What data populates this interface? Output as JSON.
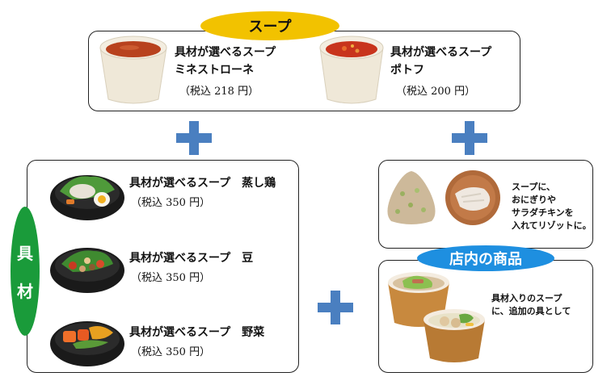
{
  "soup_section": {
    "label": "スープ",
    "items": [
      {
        "name_line1": "具材が選べるスープ",
        "name_line2": "ミネストローネ",
        "price": "（税込 218 円）"
      },
      {
        "name_line1": "具材が選べるスープ",
        "name_line2": "ポトフ",
        "price": "（税込 200 円）"
      }
    ]
  },
  "ingredients_section": {
    "label_top": "具",
    "label_bottom": "材",
    "items": [
      {
        "name": "具材が選べるスープ　蒸し鶏",
        "price": "（税込 350 円）"
      },
      {
        "name": "具材が選べるスープ　豆",
        "price": "（税込 350 円）"
      },
      {
        "name": "具材が選べるスープ　野菜",
        "price": "（税込 350 円）"
      }
    ]
  },
  "risotto_box": {
    "lines": [
      "スープに、",
      "おにぎりや",
      "サラダチキンを",
      "入れてリゾットに。"
    ]
  },
  "store_section": {
    "label": "店内の商品",
    "lines": [
      "具材入りのスープ",
      "に、追加の具として"
    ]
  },
  "colors": {
    "soup_pill": "#f2c200",
    "ingredients_pill": "#1a9b3a",
    "store_pill": "#1e8fe0",
    "plus": "#4a7fc0",
    "tomato_soup": "#b8421e",
    "bowl": "#1a1a1a"
  }
}
